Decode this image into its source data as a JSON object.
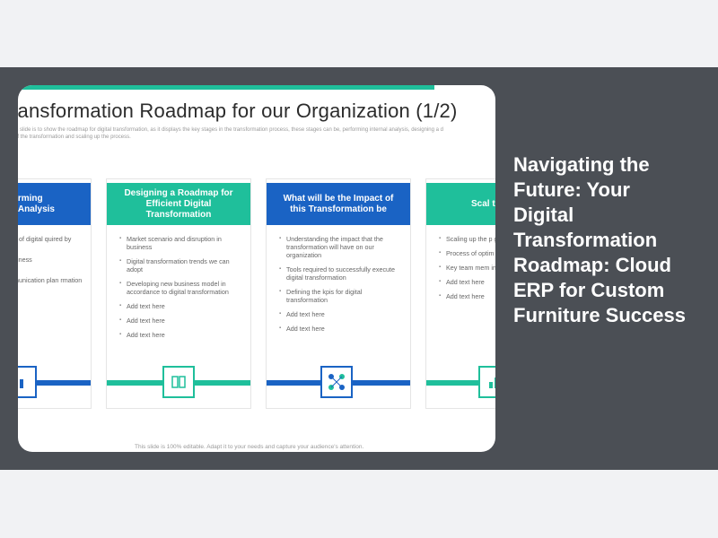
{
  "slide": {
    "title": "ransformation Roadmap for our Organization (1/2)",
    "description_line1": "is slide is to show the roadmap for digital transformation, as it displays the key stages in the transformation process, these stages can be, performing internal analysis, designing a d",
    "description_line2": "of the transformation and scaling up the process.",
    "footer": "This slide is 100% editable. Adapt it to your needs and capture your audience's attention.",
    "columns": [
      {
        "header": "rming\nAnalysis",
        "color": "#1a63c4",
        "items": [
          "be of digital quired by",
          "adiness",
          "nmunication plan rmation"
        ],
        "icon": "analysis-icon"
      },
      {
        "header": "Designing a Roadmap for Efficient Digital Transformation",
        "color": "#1fbf9b",
        "items": [
          "Market scenario and disruption in business",
          "Digital transformation trends we can adopt",
          "Developing new business model in accordance to digital transformation",
          "Add text here",
          "Add text here",
          "Add text here"
        ],
        "icon": "book-icon"
      },
      {
        "header": "What will be the Impact of this Transformation be",
        "color": "#1a63c4",
        "items": [
          "Understanding the impact that the transformation will have on our organization",
          "Tools required to successfully execute digital transformation",
          "Defining the kpis for digital transformation",
          "Add text here",
          "Add text here"
        ],
        "icon": "network-icon"
      },
      {
        "header": "Scal the P",
        "color": "#1fbf9b",
        "items": [
          "Scaling up the p governance mo",
          "Process of optim digital transform",
          "Key team mem involved in the p",
          "Add text here",
          "Add text here"
        ],
        "icon": "scale-icon"
      }
    ]
  },
  "article": {
    "title": "Navigating the Future: Your Digital Transformation Roadmap: Cloud ERP for Custom Furniture Success"
  }
}
